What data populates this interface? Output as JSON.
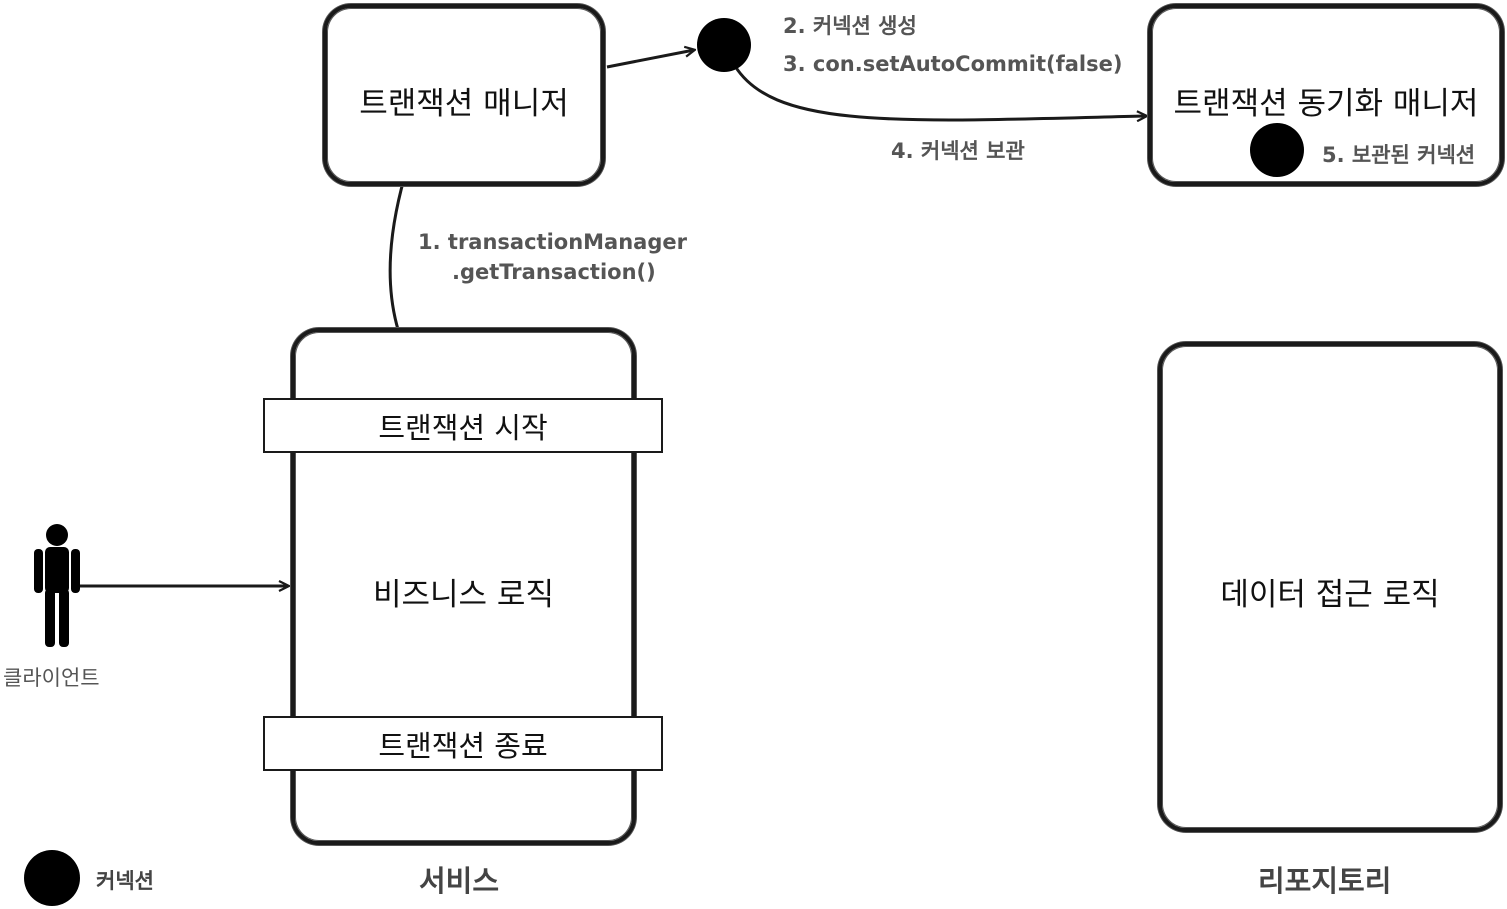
{
  "transaction_manager": {
    "title": "트랜잭션 매니저"
  },
  "sync_manager": {
    "title": "트랜잭션 동기화 매니저",
    "held_label": "5. 보관된 커넥션"
  },
  "service": {
    "caption": "서비스",
    "start_label": "트랜잭션 시작",
    "logic_label": "비즈니스 로직",
    "end_label": "트랜잭션 종료"
  },
  "repository": {
    "caption": "리포지토리",
    "logic_label": "데이터 접근 로직"
  },
  "client": {
    "label": "클라이언트"
  },
  "steps": {
    "step1_line1": "1. transactionManager",
    "step1_line2": ".getTransaction()",
    "step2": "2. 커넥션 생성",
    "step3": "3. con.setAutoCommit(false)",
    "step4": "4. 커넥션 보관"
  },
  "legend": {
    "connection_label": "커넥션"
  },
  "colors": {
    "line": "#1a1a1a",
    "label_gray": "#555555",
    "dot": "#000000"
  },
  "icons": {
    "client": "person-icon",
    "connection": "filled-circle"
  }
}
